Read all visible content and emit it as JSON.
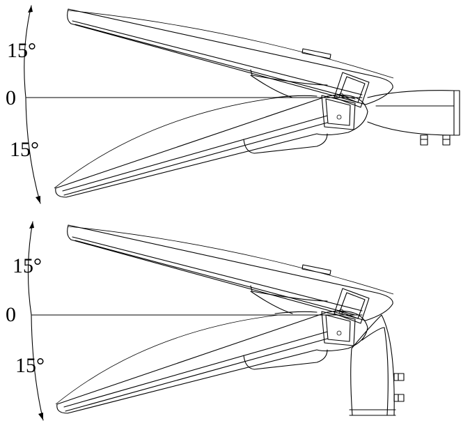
{
  "diagrams": [
    {
      "mount": "side-entry",
      "labels": {
        "upper_angle": "15°",
        "zero": "0",
        "lower_angle": "15°"
      }
    },
    {
      "mount": "post-top",
      "labels": {
        "upper_angle": "15°",
        "zero": "0",
        "lower_angle": "15°"
      }
    }
  ]
}
